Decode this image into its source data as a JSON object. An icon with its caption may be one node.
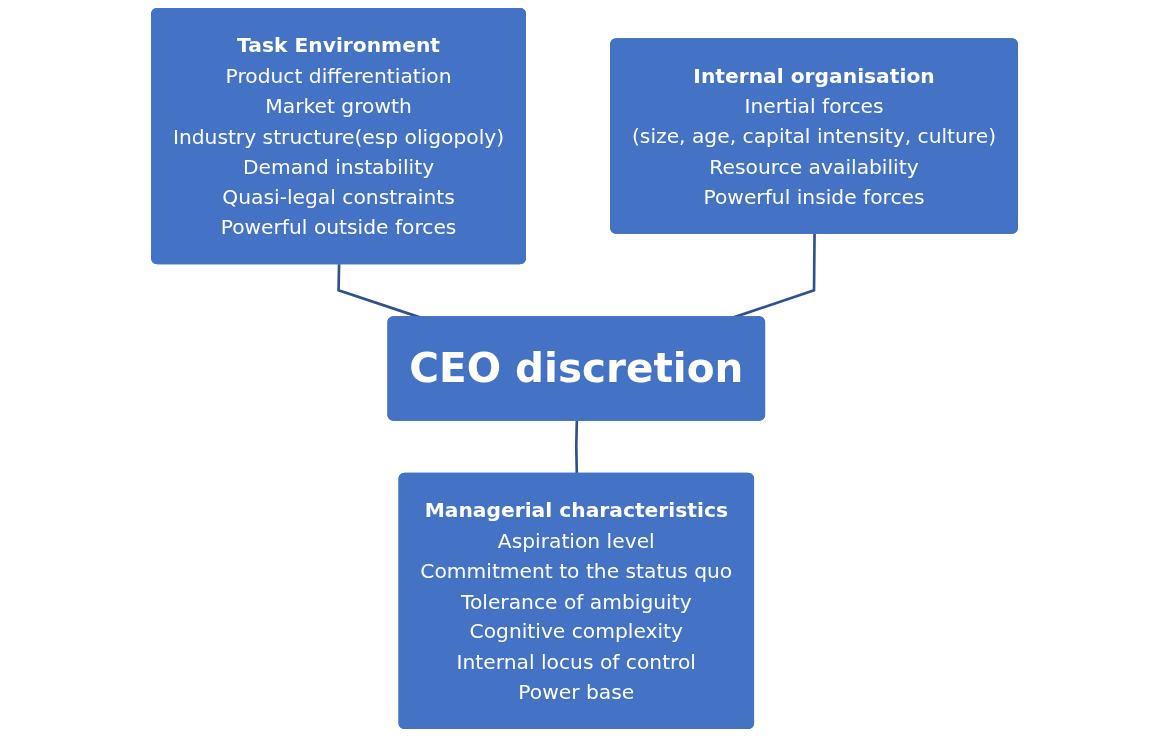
{
  "diagram": {
    "nodes": [
      {
        "text": [
          "Task Environment",
          "Product differentiation",
          "Market growth",
          "Industry structure(esp oligopoly)",
          "Demand instability",
          "Quasi-legal constraints",
          "Powerful outside forces"
        ]
      },
      {
        "text": [
          "Internal organisation",
          "Inertial forces",
          "(size, age, capital intensity, culture)",
          "Resource availability",
          "Powerful inside forces"
        ]
      },
      {
        "text": [
          "CEO discretion"
        ]
      },
      {
        "text": [
          "Managerial characteristics",
          "Aspiration level",
          "Commitment to the status quo",
          "Tolerance of ambiguity",
          "Cognitive complexity",
          "Internal locus of control",
          "Power base"
        ]
      }
    ],
    "edges": [
      {
        "from": 0,
        "to": 2,
        "arrow": "none"
      },
      {
        "from": 1,
        "to": 2,
        "arrow": "none"
      },
      {
        "from": 2,
        "to": 3,
        "arrow": "none"
      }
    ]
  }
}
